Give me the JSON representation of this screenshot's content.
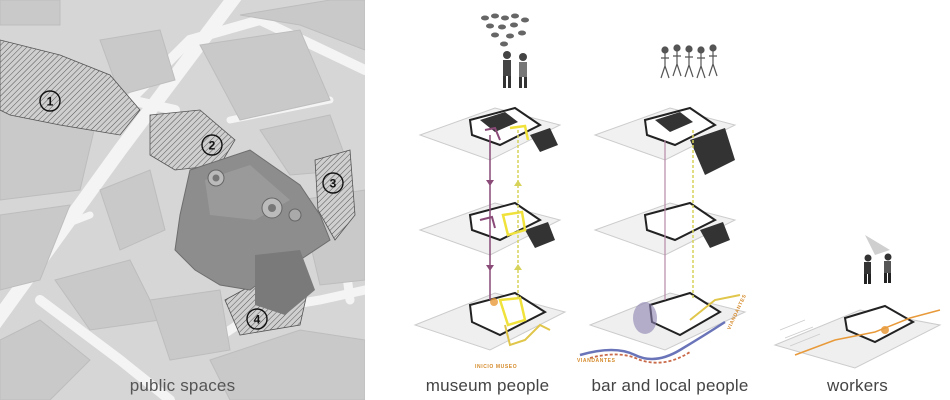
{
  "map": {
    "caption": "public spaces",
    "markers": [
      "1",
      "2",
      "3",
      "4"
    ]
  },
  "diagrams": [
    {
      "caption": "museum people",
      "annotation": "INICIO MUSEO"
    },
    {
      "caption": "bar and local people",
      "annotation_left": "VIANDANTES",
      "annotation_right": "VIANDANTES"
    },
    {
      "caption": "workers"
    }
  ],
  "colors": {
    "map_bg": "#d9d9d9",
    "block": "#cfcfcf",
    "building": "#8c8c8c",
    "street": "#f2f2f2",
    "path_yellow": "#f0e23a",
    "path_purple": "#8a4a78",
    "accent_orange": "#e89a3a"
  }
}
